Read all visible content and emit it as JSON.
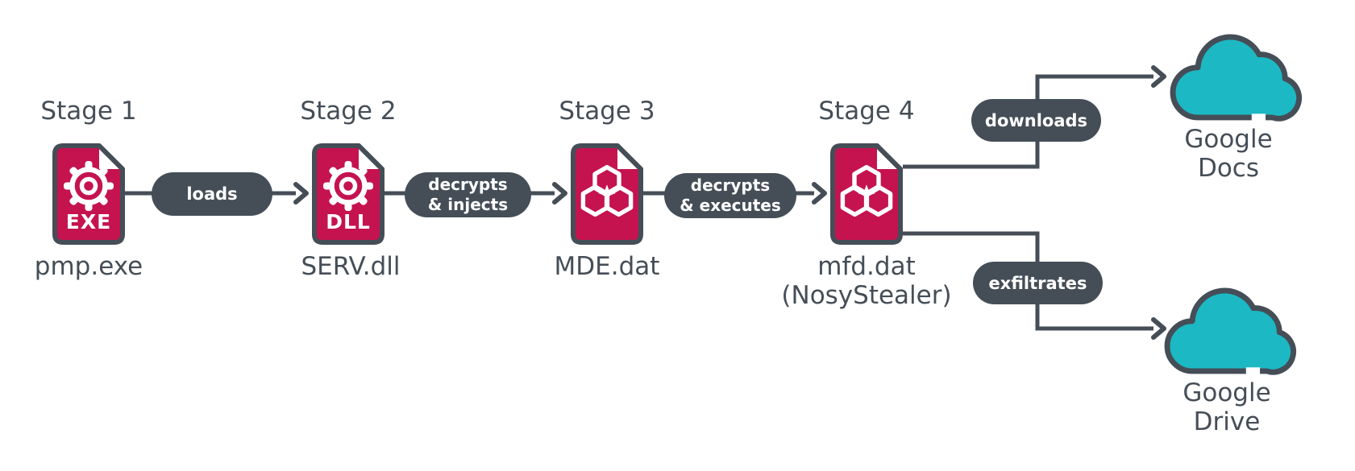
{
  "diagram": {
    "stages": [
      {
        "label": "Stage 1",
        "filename": "pmp.exe",
        "badge": "EXE",
        "icon": "gear-document-icon"
      },
      {
        "label": "Stage 2",
        "filename": "SERV.dll",
        "badge": "DLL",
        "icon": "gear-document-icon"
      },
      {
        "label": "Stage 3",
        "filename": "MDE.dat",
        "icon": "biohazard-document-icon"
      },
      {
        "label": "Stage 4",
        "filename": "mfd.dat",
        "filename_note": "(NosyStealer)",
        "icon": "biohazard-document-icon"
      }
    ],
    "connectors": [
      {
        "from": "Stage 1",
        "to": "Stage 2",
        "label": "loads"
      },
      {
        "from": "Stage 2",
        "to": "Stage 3",
        "label_line1": "decrypts",
        "label_line2": "& injects"
      },
      {
        "from": "Stage 3",
        "to": "Stage 4",
        "label_line1": "decrypts",
        "label_line2": "& executes"
      },
      {
        "from": "Stage 4",
        "to": "Google Docs",
        "label": "downloads"
      },
      {
        "from": "Stage 4",
        "to": "Google Drive",
        "label": "exfiltrates"
      }
    ],
    "destinations": [
      {
        "name_line1": "Google",
        "name_line2": "Docs",
        "icon": "cloud-icon"
      },
      {
        "name_line1": "Google",
        "name_line2": "Drive",
        "icon": "cloud-icon"
      }
    ],
    "colors": {
      "file_fill": "#c5134f",
      "outline_and_text": "#454e57",
      "pill_background": "#454e57",
      "pill_text": "#ffffff",
      "cloud_fill": "#1cb8c3",
      "background": "#ffffff"
    }
  }
}
